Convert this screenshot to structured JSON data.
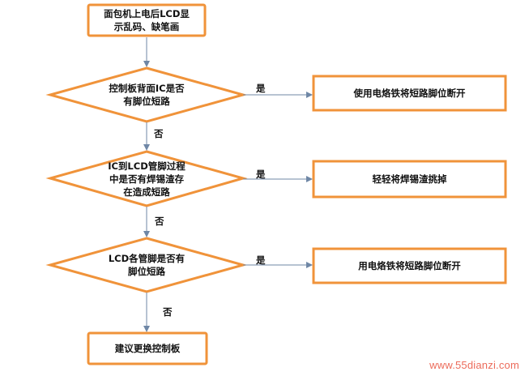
{
  "flowchart": {
    "nodes": {
      "start": "面包机上电后LCD显\n示乱码、缺笔画",
      "check1": "控制板背面IC是否\n有脚位短路",
      "action1": "使用电烙铁将短路脚位断开",
      "check2": "IC到LCD管脚过程\n中是否有焊锡渣存\n在造成短路",
      "action2": "轻轻将焊锡渣挑掉",
      "check3": "LCD各管脚是否有\n脚位短路",
      "action3": "用电烙铁将短路脚位断开",
      "end": "建议更换控制板"
    },
    "edge_labels": {
      "yes1": "是",
      "no1": "否",
      "yes2": "是",
      "no2": "否",
      "yes3": "是",
      "no3": "否"
    }
  },
  "watermark": "www.55dianzi.com",
  "colors": {
    "box_border": "#f0933a",
    "arrow": "#6f87a6",
    "watermark": "#ec6b5a"
  }
}
